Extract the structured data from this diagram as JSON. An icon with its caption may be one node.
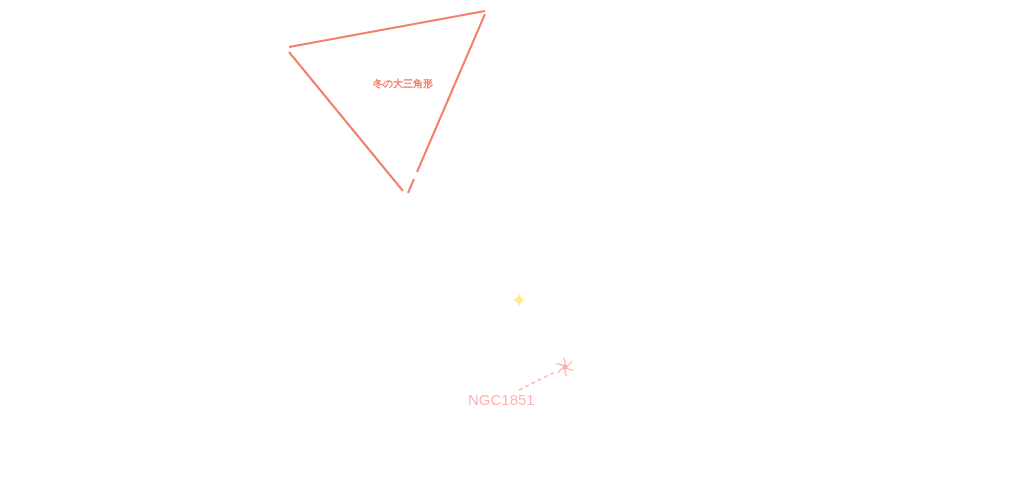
{
  "diagram": {
    "nodes": [
      {
        "text": [
          "冬の大三角形"
        ]
      },
      {
        "text": [
          "NGC1851"
        ]
      },
      {
        "text": [],
        "shape": "picture"
      }
    ],
    "edges": [
      {
        "from": 1,
        "to": 2,
        "arrow": "none",
        "style": "dashed",
        "color": "#ffb3b3"
      }
    ]
  }
}
